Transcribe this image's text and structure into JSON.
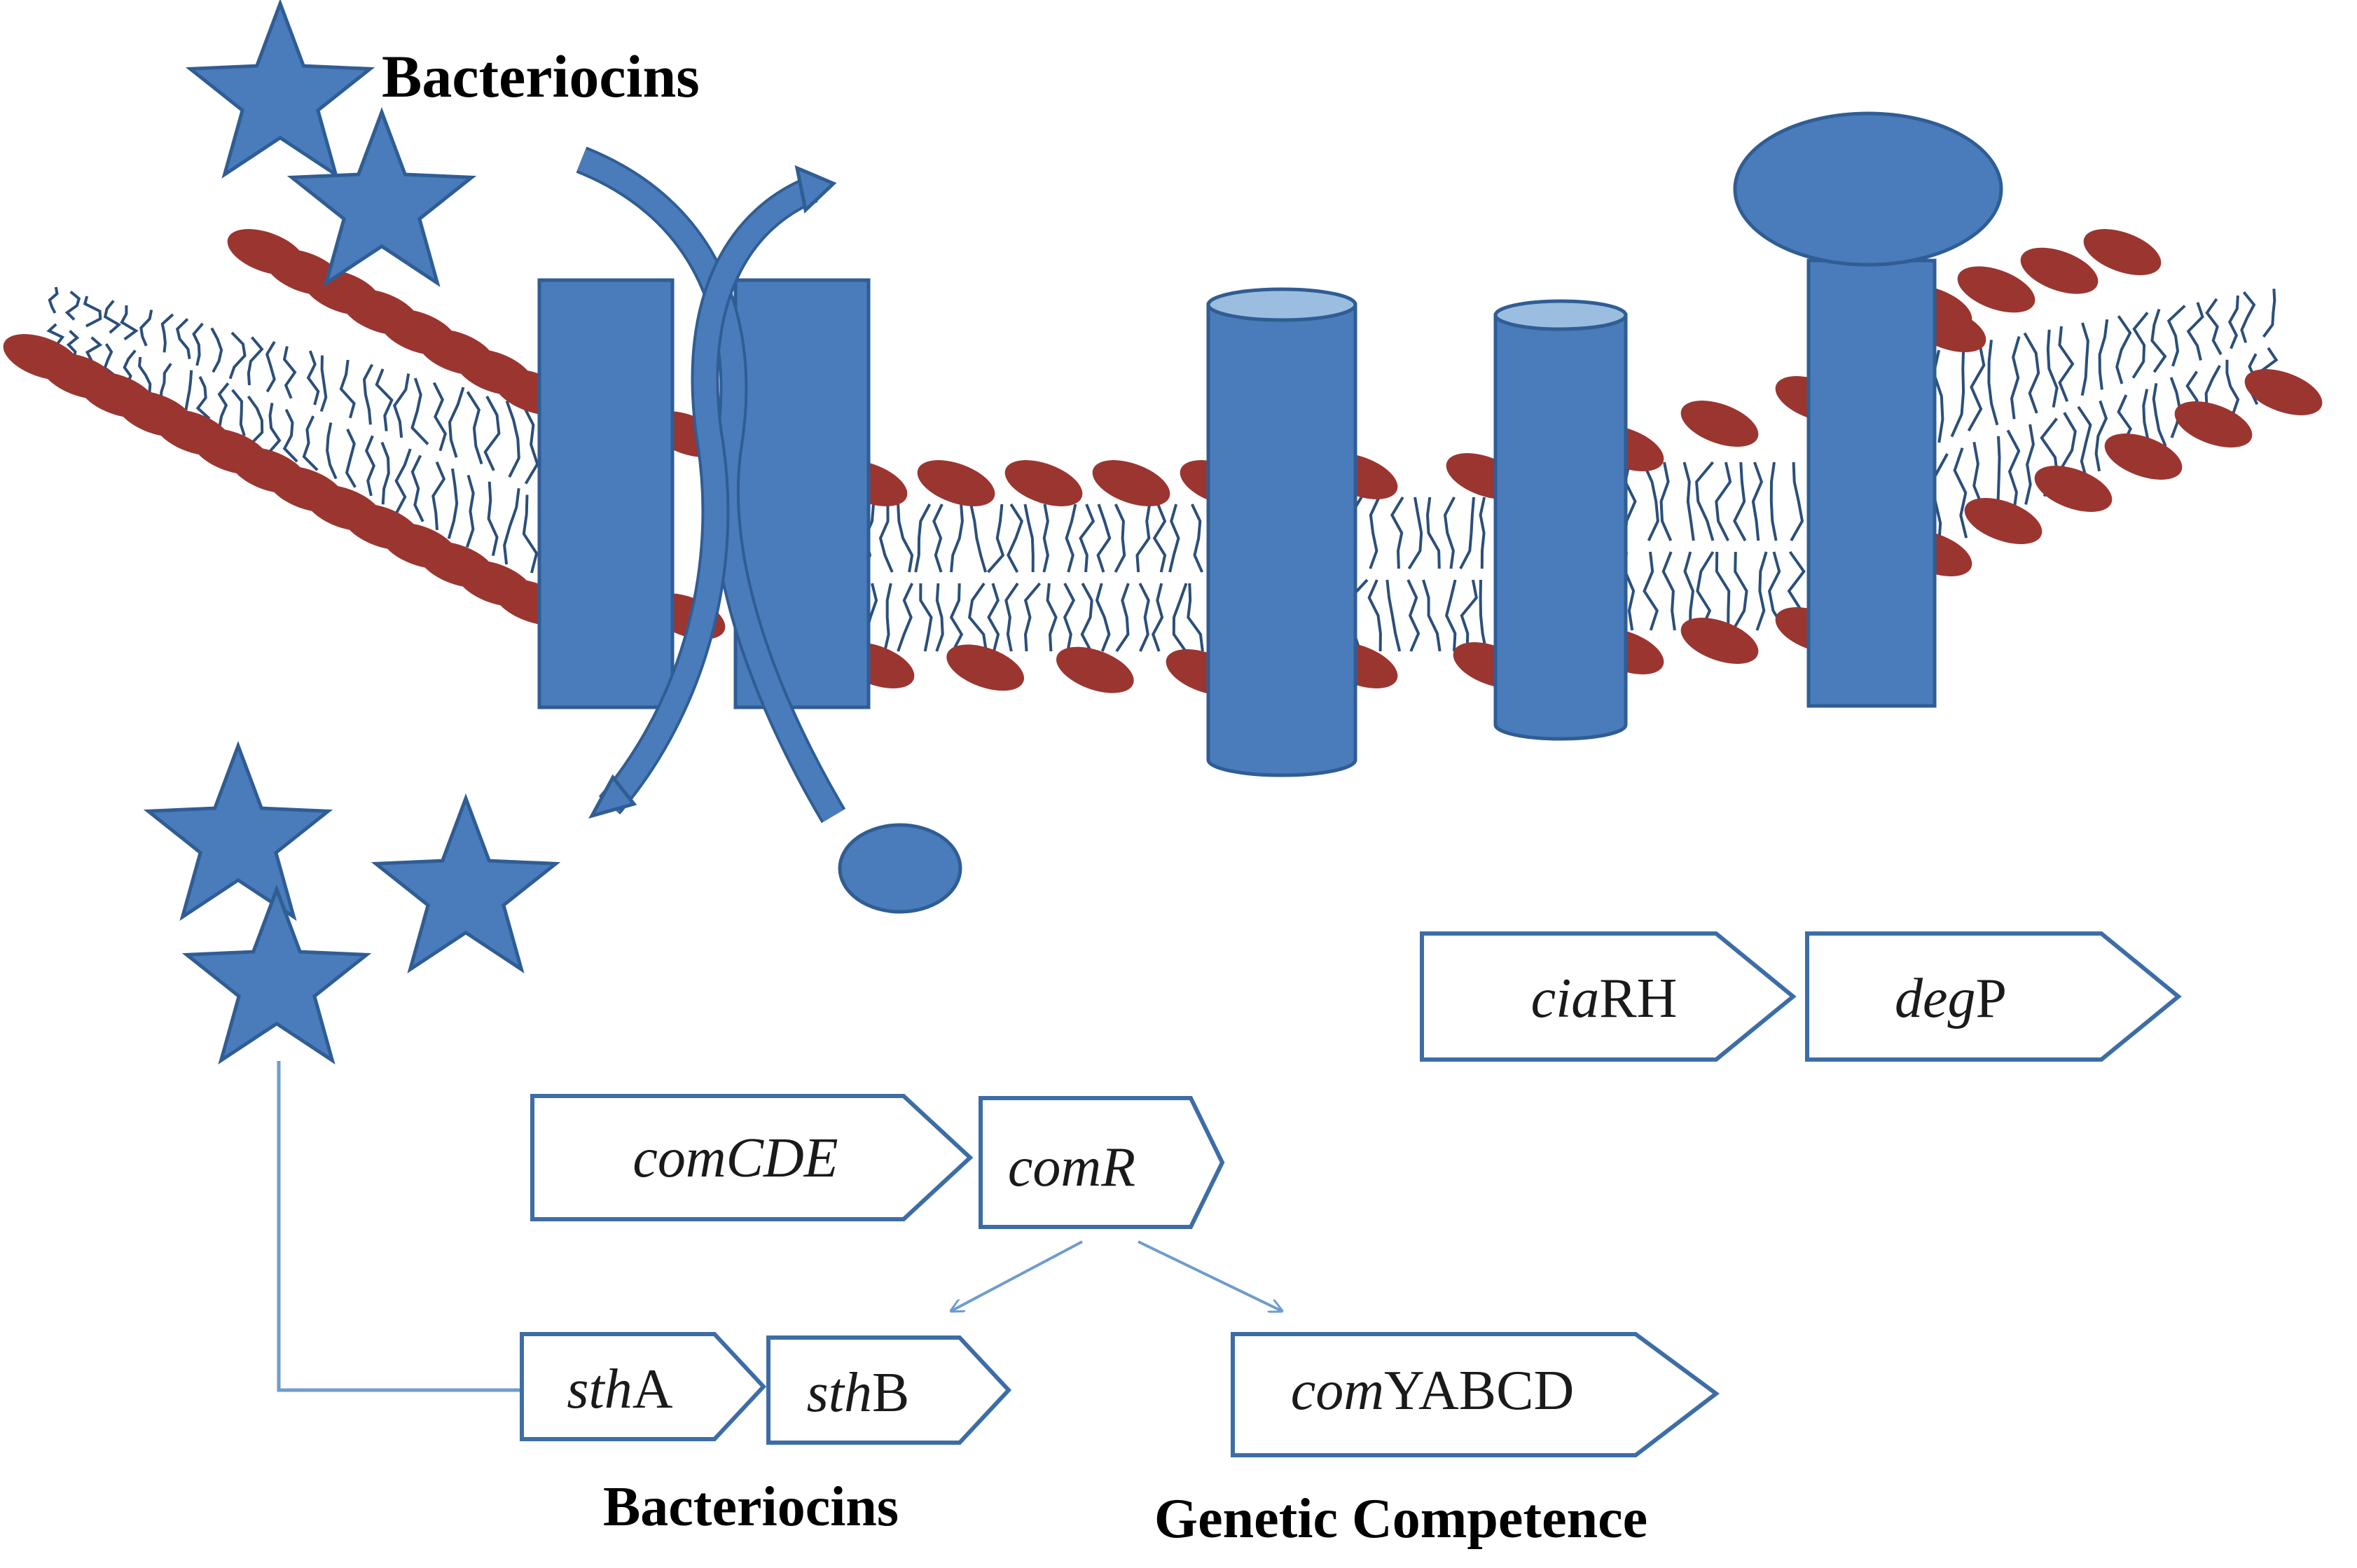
{
  "colors": {
    "protein_blue": "#4a7bba",
    "protein_outline": "#2f5d94",
    "cylinder_top": "#9bbde0",
    "lipid_head": "#9b3530",
    "lipid_tail": "#2b4f7a",
    "gene_outline": "#3d6da6",
    "connector": "#6f9ccc"
  },
  "labels": {
    "bacteriocins_top": "Bacteriocins",
    "bacteriocins_bottom": "Bacteriocins",
    "genetic_competence": "Genetic Competence"
  },
  "genes": {
    "ciaRH": {
      "italic": "cia",
      "plain": "RH"
    },
    "degP": {
      "italic": "deg",
      "plain": "P"
    },
    "comCDE": {
      "italic": "comCDE",
      "plain": ""
    },
    "comR": {
      "italic": "comR",
      "plain": ""
    },
    "sthA": {
      "italic": "sth",
      "plain": "A"
    },
    "sthB": {
      "italic": "sth",
      "plain": "B"
    },
    "comYABCD": {
      "italic": "com",
      "plain": "YABCD"
    }
  },
  "icons": [
    "bacteriocin-star-icon",
    "transporter-arrow-icon"
  ]
}
